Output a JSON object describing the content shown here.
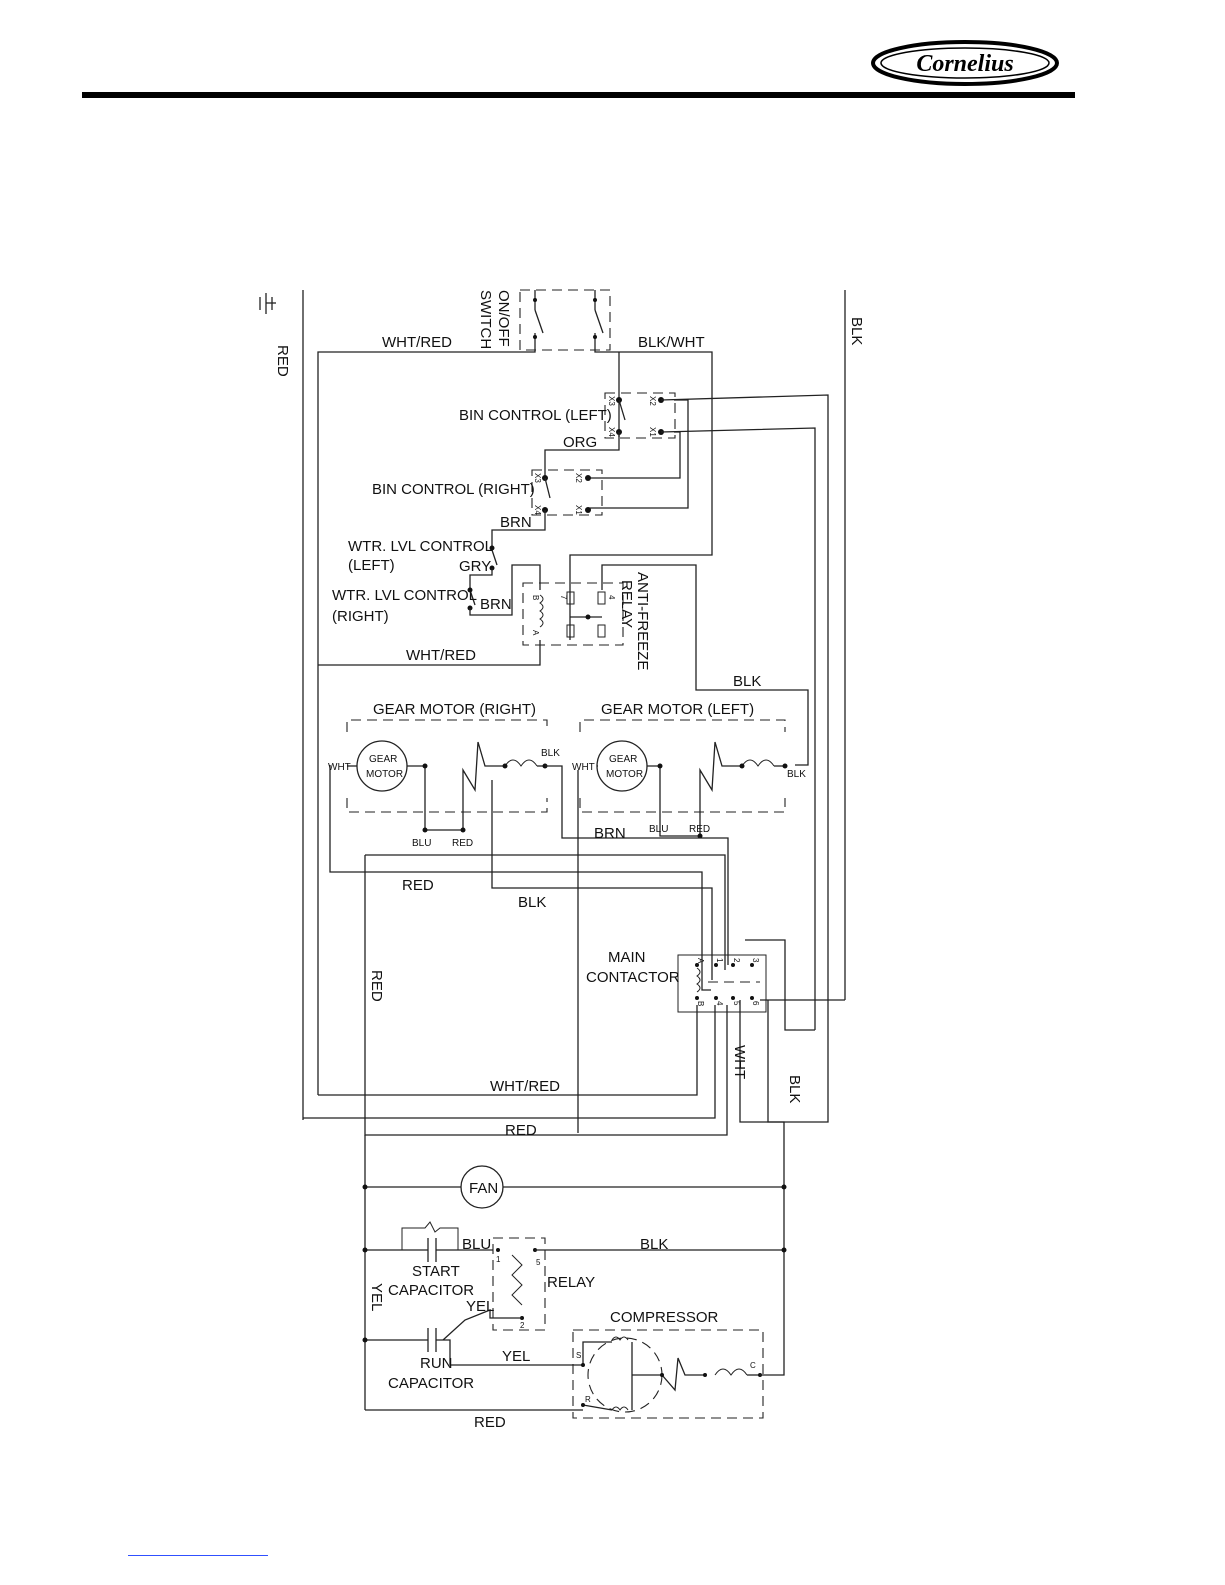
{
  "header": {
    "brand": "Cornelius"
  },
  "wires": {
    "red_l": "RED",
    "blk_r": "BLK",
    "wht_red_top": "WHT/RED",
    "blk_wht": "BLK/WHT",
    "org": "ORG",
    "brn_1": "BRN",
    "gry": "GRY",
    "brn_2": "BRN",
    "wht_red_mid": "WHT/RED",
    "blk_gm": "BLK",
    "red_h": "RED",
    "blk_h": "BLK",
    "red_v": "RED",
    "brn_gm": "BRN",
    "wht_red_low": "WHT/RED",
    "red_low": "RED",
    "wht_v": "WHT",
    "blk_v": "BLK",
    "blu_comp": "BLU",
    "blk_comp": "BLK",
    "yel_l": "YEL",
    "yel_relay": "YEL",
    "yel_run": "YEL",
    "red_bot": "RED"
  },
  "components": {
    "on_off_switch": [
      "ON/OFF",
      "SWITCH"
    ],
    "bin_control_left": "BIN CONTROL (LEFT)",
    "bin_control_right": "BIN CONTROL (RIGHT)",
    "wtr_lvl_left": [
      "WTR. LVL CONTROL",
      "(LEFT)"
    ],
    "wtr_lvl_right": [
      "WTR. LVL CONTROL",
      "(RIGHT)"
    ],
    "anti_freeze_relay": [
      "ANTI-FREEZE",
      "RELAY"
    ],
    "gear_motor_right": "GEAR MOTOR (RIGHT)",
    "gear_motor_left": "GEAR MOTOR (LEFT)",
    "gear_motor_symbol": [
      "GEAR",
      "MOTOR"
    ],
    "main_contactor": [
      "MAIN",
      "CONTACTOR"
    ],
    "fan": "FAN",
    "start_capacitor": [
      "START",
      "CAPACITOR"
    ],
    "run_capacitor": [
      "RUN",
      "CAPACITOR"
    ],
    "relay": "RELAY",
    "compressor": "COMPRESSOR"
  },
  "terminals": {
    "x1": "X1",
    "x2": "X2",
    "x3": "X3",
    "x4": "X4",
    "b": "B",
    "a": "A",
    "t7": "7",
    "t4": "4",
    "wht": "WHT",
    "blk": "BLK",
    "blu": "BLU",
    "red": "RED",
    "c_a": "A",
    "c_b": "B",
    "c1": "1",
    "c2": "2",
    "c3": "3",
    "c4": "4",
    "c5": "5",
    "c6": "6",
    "r1": "1",
    "r2": "2",
    "r5": "5",
    "s": "S",
    "r": "R",
    "c": "C"
  }
}
